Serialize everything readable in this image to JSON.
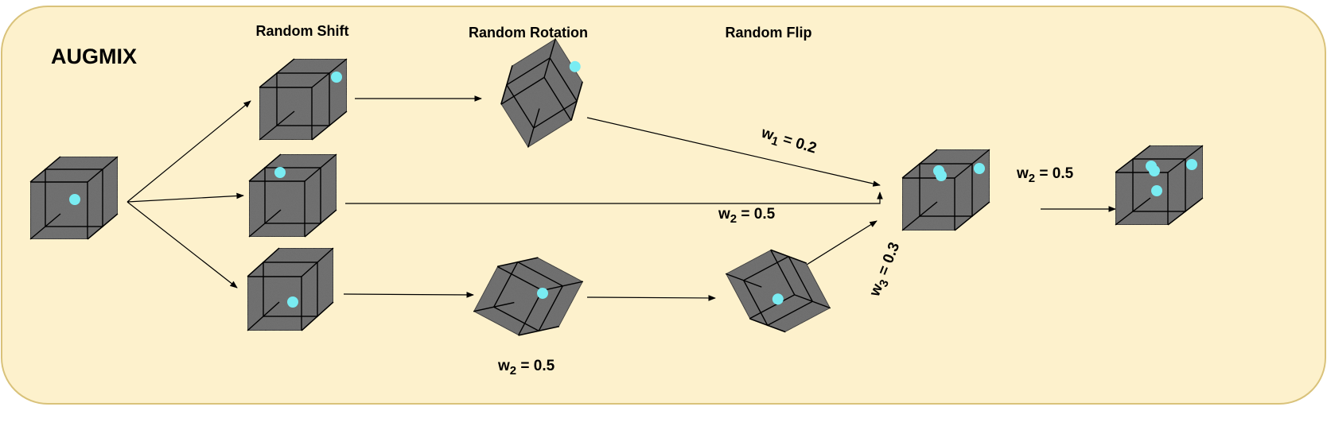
{
  "diagram": {
    "title": "AUGMIX",
    "stage_labels": [
      "Random Shift",
      "Random Rotation",
      "Random Flip"
    ],
    "weights": [
      {
        "base": "w",
        "sub": "1",
        "value": " = 0.2"
      },
      {
        "base": "w",
        "sub": "2",
        "value": " = 0.5"
      },
      {
        "base": "w",
        "sub": "3",
        "value": " = 0.3"
      },
      {
        "base": "w",
        "sub": "2",
        "value": " = 0.5"
      },
      {
        "base": "w",
        "sub": "2",
        "value": " = 0.5"
      }
    ]
  },
  "colors": {
    "panel_fill": "#fdf1cc",
    "panel_border": "#d9c27a",
    "cube_face": "#6d6d6d",
    "cube_edge": "#000000",
    "dot": "#79ecf2",
    "arrow": "#000000"
  }
}
